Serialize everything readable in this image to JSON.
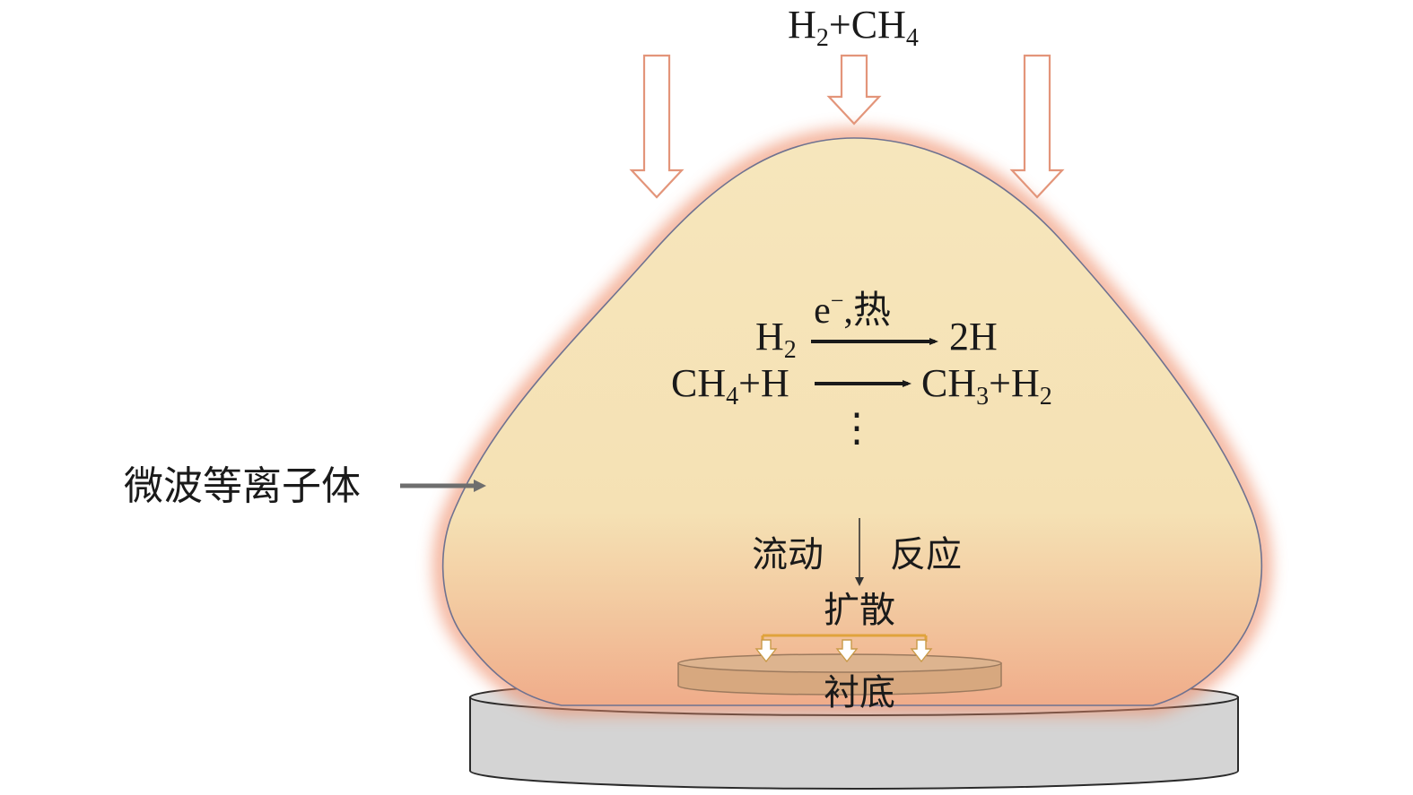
{
  "gas_inlet": {
    "label_parts": [
      {
        "text": "H",
        "sub": false
      },
      {
        "text": "2",
        "sub": true
      },
      {
        "text": "+CH",
        "sub": false
      },
      {
        "text": "4",
        "sub": true
      }
    ],
    "arrow_color": "#e3957a"
  },
  "plasma": {
    "label": "微波等离子体",
    "fill_top": "#f6e6bc",
    "fill_bottom": "#f0b48f",
    "glow_color": "#ef8f6c",
    "outline_color": "#6f7290",
    "pointer_color": "#6e6e6e"
  },
  "reactions": {
    "r1": {
      "left": [
        {
          "text": "H",
          "sub": false
        },
        {
          "text": "2",
          "sub": true
        }
      ],
      "condition_parts": [
        {
          "text": "e",
          "sup": false
        },
        {
          "text": "−",
          "sup": true
        },
        {
          "text": ",热",
          "sup": false
        }
      ],
      "right": [
        {
          "text": "2H",
          "sub": false
        }
      ]
    },
    "r2": {
      "left": [
        {
          "text": "CH",
          "sub": false
        },
        {
          "text": "4",
          "sub": true
        },
        {
          "text": "+H",
          "sub": false
        }
      ],
      "right": [
        {
          "text": "CH",
          "sub": false
        },
        {
          "text": "3",
          "sub": true
        },
        {
          "text": "+H",
          "sub": false
        },
        {
          "text": "2",
          "sub": true
        }
      ]
    },
    "continuation": "⋮"
  },
  "process": {
    "flow": "流动",
    "reaction": "反应",
    "diffusion": "扩散",
    "bracket_color": "#e0a33c"
  },
  "substrate": {
    "label": "衬底",
    "fill": "#d7a87f",
    "stage_fill": "#d4d4d4"
  }
}
